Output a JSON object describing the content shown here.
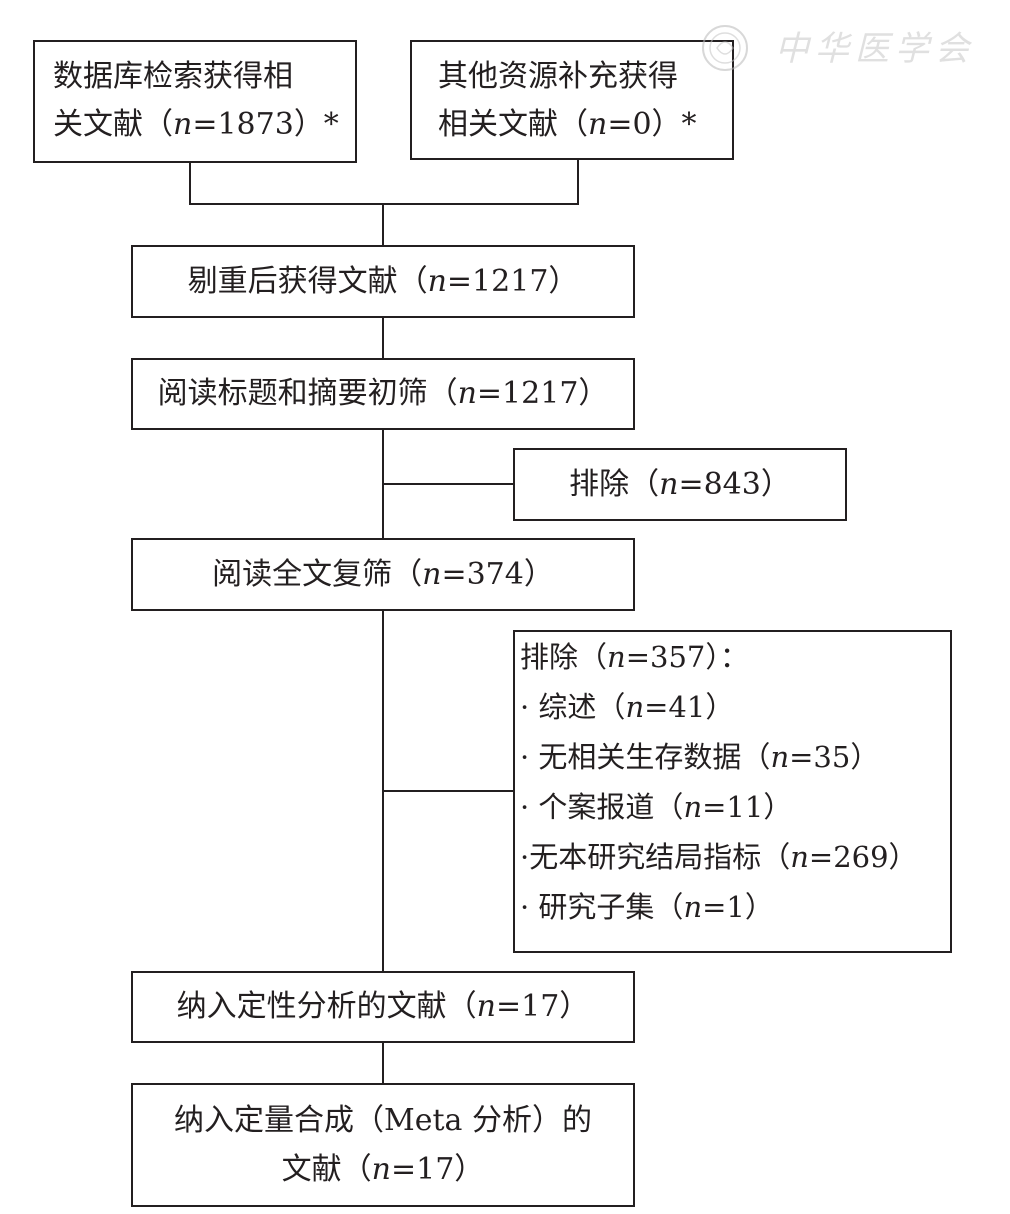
{
  "boxes": {
    "db_search": [
      "数据库检索获得相",
      "关文献（",
      "n",
      "=1873）*"
    ],
    "other_source": [
      "其他资源补充获得",
      "相关文献（",
      "n",
      "=0）*"
    ],
    "dedup": [
      "剔重后获得文献（",
      "n",
      "=1217）"
    ],
    "title_screen": [
      "阅读标题和摘要初筛（",
      "n",
      "=1217）"
    ],
    "exclude1": [
      "排除（",
      "n",
      "=843）"
    ],
    "fulltext": [
      "阅读全文复筛（",
      "n",
      "=374）"
    ],
    "exclude2": [
      [
        "排除（",
        "n",
        "=357）："
      ],
      [
        "· 综述（",
        "n",
        "=41）"
      ],
      [
        "· 无相关生存数据（",
        "n",
        "=35）"
      ],
      [
        "· 个案报道（",
        "n",
        "=11）"
      ],
      [
        "·无本研究结局指标（",
        "n",
        "=269）"
      ],
      [
        "· 研究子集（",
        "n",
        "=1）"
      ]
    ],
    "qualitative": [
      "纳入定性分析的文献（",
      "n",
      "=17）"
    ],
    "meta": [
      "纳入定量合成（Meta 分析）的",
      "文献（",
      "n",
      "=17）"
    ]
  },
  "watermark": "中华医学会"
}
